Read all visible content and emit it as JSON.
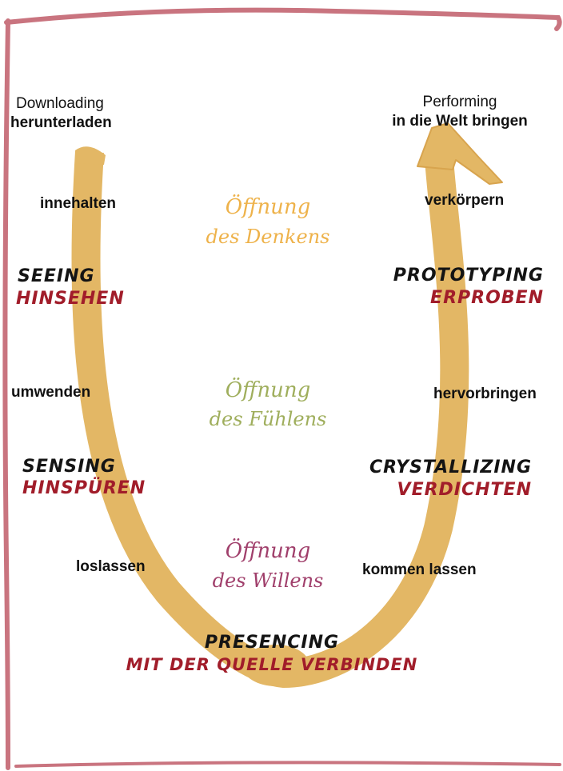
{
  "colors": {
    "frame": "#c9747f",
    "arrow": "#e3b765",
    "arrow_dark": "#d8a44e",
    "english_label": "#141414",
    "german_label": "#a11d2a",
    "denken": "#eeb24a",
    "fuehlen": "#9fae5c",
    "willen": "#a03f6b"
  },
  "top_left": {
    "en": "Downloading",
    "de": "herunterladen"
  },
  "top_right": {
    "en": "Performing",
    "de": "in die Welt bringen"
  },
  "transitions": {
    "innehalten": "innehalten",
    "verkoerpern": "verkörpern",
    "umwenden": "umwenden",
    "hervorbringen": "hervorbringen",
    "loslassen": "loslassen",
    "kommen_lassen": "kommen lassen"
  },
  "stages": {
    "seeing": {
      "en": "Seeing",
      "de": "hinsehen"
    },
    "sensing": {
      "en": "Sensing",
      "de": "hinspüren"
    },
    "presencing": {
      "en": "Presencing",
      "de": "Mit der Quelle verbinden"
    },
    "crystallizing": {
      "en": "Crystallizing",
      "de": "verdichten"
    },
    "prototyping": {
      "en": "Prototyping",
      "de": "erproben"
    }
  },
  "openings": {
    "denken": {
      "line1": "Öffnung",
      "line2": "des Denkens"
    },
    "fuehlen": {
      "line1": "Öffnung",
      "line2": "des Fühlens"
    },
    "willen": {
      "line1": "Öffnung",
      "line2": "des Willens"
    }
  }
}
